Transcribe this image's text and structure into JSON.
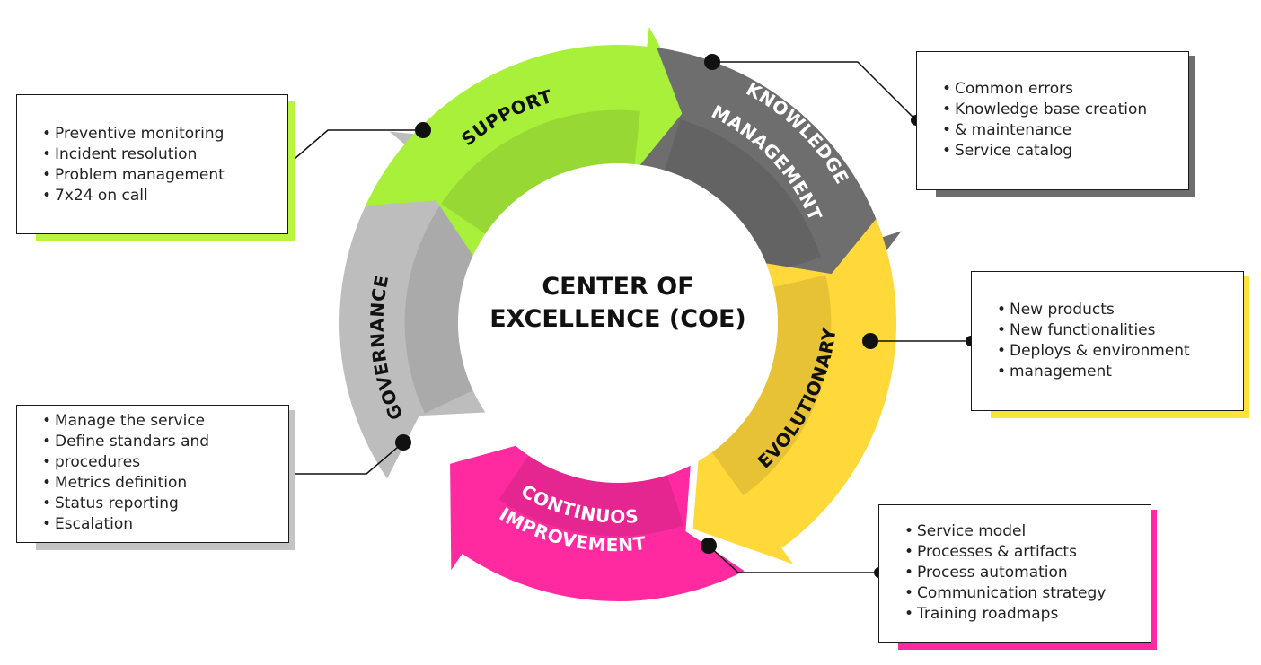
{
  "center": {
    "line1": "CENTER OF",
    "line2": "EXCELLENCE (COE)"
  },
  "colors": {
    "support": "#a8f03a",
    "knowledge": "#6e6e6e",
    "evolutionary": "#ffd83a",
    "continuous": "#ff2aa0",
    "governance": "#bdbdbd"
  },
  "segments": {
    "support": "SUPPORT",
    "knowledge_1": "KNOWLEDGE",
    "knowledge_2": "MANAGEMENT",
    "evolutionary": "EVOLUTIONARY",
    "continuous_1": "CONTINUOS",
    "continuous_2": "IMPROVEMENT",
    "governance": "GOVERNANCE"
  },
  "boxes": {
    "support": {
      "items": [
        "Preventive monitoring",
        "Incident resolution",
        "Problem management",
        "7x24 on call"
      ]
    },
    "knowledge": {
      "items": [
        "Common errors",
        "Knowledge base creation",
        "& maintenance",
        "Service catalog"
      ]
    },
    "evolutionary": {
      "items": [
        "New products",
        "New functionalities",
        "Deploys & environment",
        "management"
      ]
    },
    "continuous": {
      "items": [
        "Service model",
        "Processes & artifacts",
        "Process automation",
        "Communication strategy",
        "Training roadmaps"
      ]
    },
    "governance": {
      "items": [
        "Manage the service",
        "Define standars and",
        "procedures",
        "Metrics definition",
        "Status reporting",
        "Escalation"
      ]
    }
  }
}
